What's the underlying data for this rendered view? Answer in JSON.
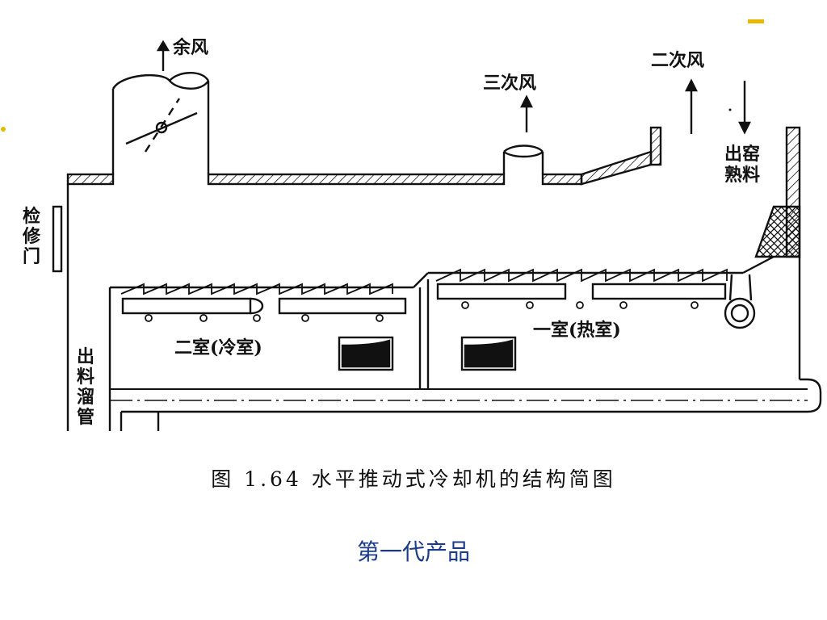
{
  "labels": {
    "exhaust_air": "余风",
    "tertiary_air": "三次风",
    "secondary_air": "二次风",
    "kiln_clinker": "出窑熟料",
    "inspection_door": "检修门",
    "discharge_chute": "出料溜管",
    "chamber_two": "二室(冷室)",
    "chamber_one": "一室(热室)"
  },
  "caption": "图 1.64  水平推动式冷却机的结构简图",
  "subtitle": "第一代产品",
  "colors": {
    "accent": "#e6b800",
    "subtitle": "#1a3a8a",
    "line": "#111111"
  }
}
